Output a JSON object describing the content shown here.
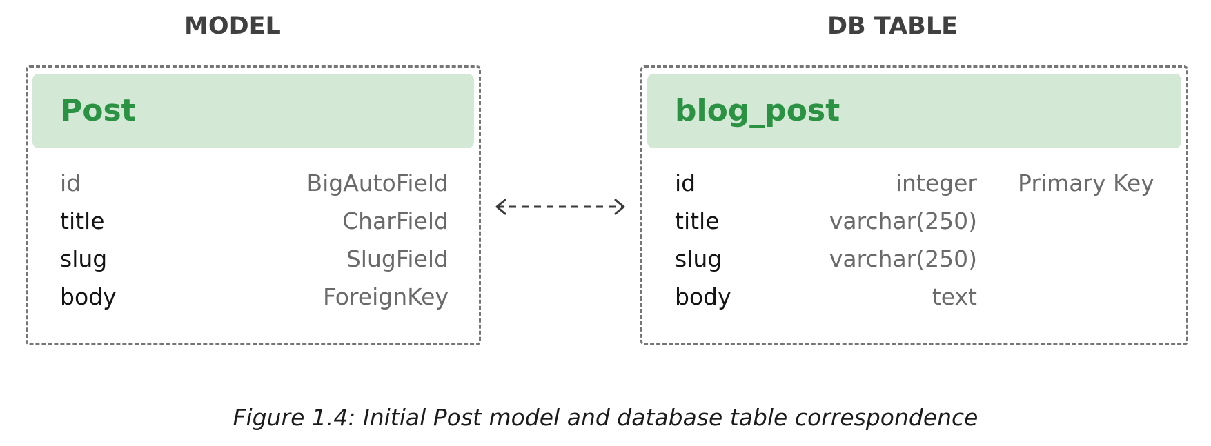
{
  "headings": {
    "model": "MODEL",
    "db_table": "DB TABLE"
  },
  "model_box": {
    "title": "Post",
    "fields": [
      {
        "name": "id",
        "type": "BigAutoField"
      },
      {
        "name": "title",
        "type": "CharField"
      },
      {
        "name": "slug",
        "type": "SlugField"
      },
      {
        "name": "body",
        "type": "ForeignKey"
      }
    ]
  },
  "db_box": {
    "title": "blog_post",
    "columns": [
      {
        "name": "id",
        "type": "integer",
        "constraint": "Primary Key"
      },
      {
        "name": "title",
        "type": "varchar(250)",
        "constraint": ""
      },
      {
        "name": "slug",
        "type": "varchar(250)",
        "constraint": ""
      },
      {
        "name": "body",
        "type": "text",
        "constraint": ""
      }
    ]
  },
  "connector": {
    "style": "dashed",
    "direction": "bidirectional"
  },
  "caption": "Figure 1.4: Initial Post model and database table correspondence",
  "colors": {
    "header_fill": "#d3e9d6",
    "title_green": "#2c9243",
    "border_gray": "#767676",
    "muted_text": "#6a6a6a"
  }
}
